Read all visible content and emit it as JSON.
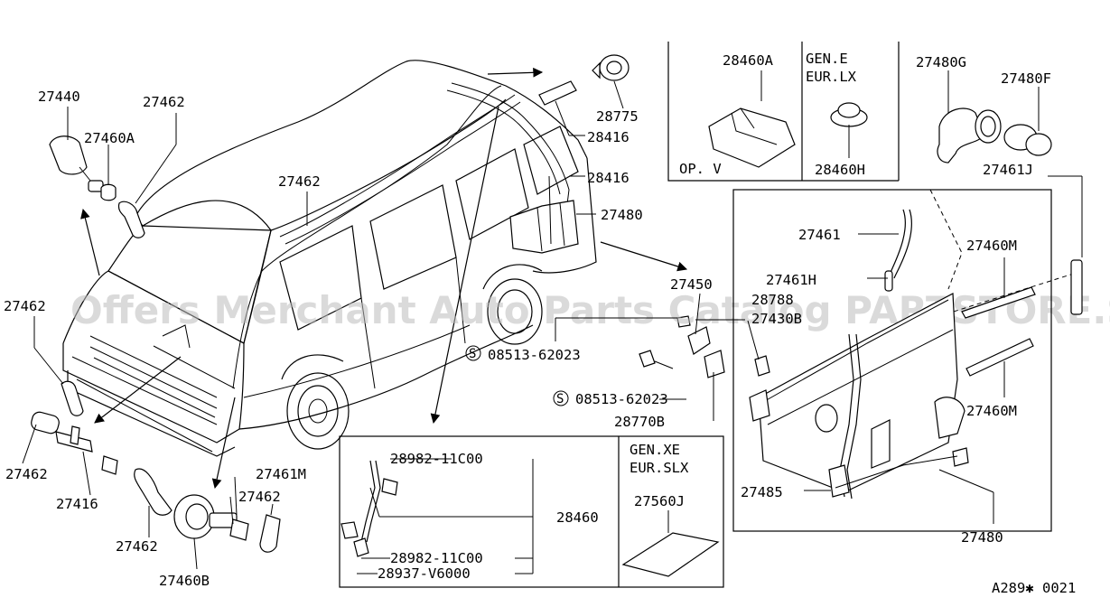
{
  "watermark": "Offers Merchant Auto Parts Catalog PARTSTORE.SA",
  "diagram_code": "A289✱ 0021",
  "labels": {
    "p27440": "27440",
    "p27462_top": "27462",
    "p27460A": "27460A",
    "p27462_roof": "27462",
    "p27462_left": "27462",
    "p27462_lowleft": "27462",
    "p27416": "27416",
    "p27462_bottom": "27462",
    "p27460B": "27460B",
    "p27461M": "27461M",
    "p27462_right": "27462",
    "p28775": "28775",
    "p28416_a": "28416",
    "p28416_b": "28416",
    "p27480_rear": "27480",
    "p27450": "27450",
    "p28788": "28788",
    "p27430B": "27430B",
    "p08513_a": "08513-62023",
    "p08513_b": "08513-62023",
    "p28770B": "28770B",
    "p28460A": "28460A",
    "op_v": "OP. V",
    "gen_e": "GEN.E",
    "eur_lx": "EUR.LX",
    "p28460H": "28460H",
    "p27480G": "27480G",
    "p27480F": "27480F",
    "p27461J": "27461J",
    "p27461": "27461",
    "p27460M_a": "27460M",
    "p27461H": "27461H",
    "p27460M_b": "27460M",
    "p27485": "27485",
    "p27480_tank": "27480",
    "p28982_a": "28982-11C00",
    "p28460": "28460",
    "p28982_b": "28982-11C00",
    "p28937": "28937-V6000",
    "gen_xe": "GEN.XE",
    "eur_slx": "EUR.SLX",
    "p27560J": "27560J"
  }
}
